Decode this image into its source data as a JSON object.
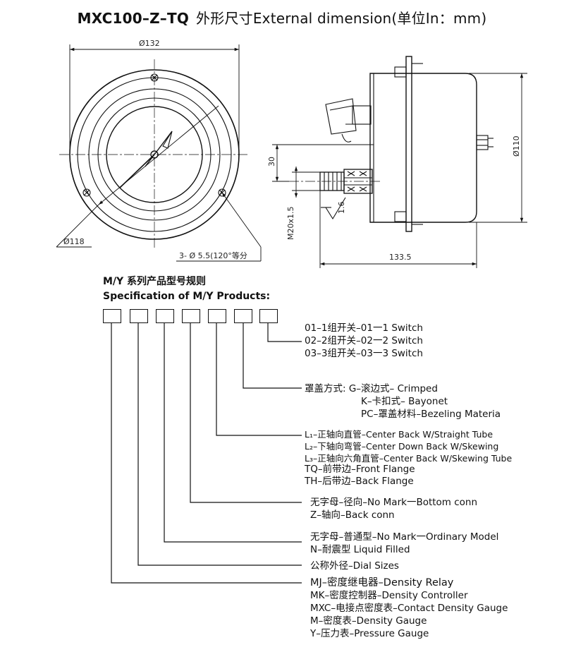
{
  "title": {
    "model": "MXC100–Z–TQ",
    "caption": "外形尺寸External dimension(单位In：mm)"
  },
  "dimensions": {
    "outer_diameter": "Ø132",
    "pcd_diameter": "Ø118",
    "holes": "3- Ø 5.5(120°等分",
    "height": "30",
    "body_diameter": "Ø110",
    "depth": "133.5",
    "thread": "M20x1.5",
    "roughness": "1.6"
  },
  "spec": {
    "heading_cn": "M/Y 系列产品型号规则",
    "heading_en": "Specification of M/Y Products:",
    "groups": [
      {
        "lines": [
          "01–1组开关–01一1 Switch",
          "02–2组开关–02一2 Switch",
          "03–3组开关–03一3 Switch"
        ]
      },
      {
        "lines": [
          "罩盖方式: G–滚边式– Crimped",
          "K–卡扣式– Bayonet",
          "PC–罩盖材料–Bezeling Materia"
        ]
      },
      {
        "lines": [
          "L₁–正轴向直管–Center Back W/Straight Tube",
          "L₂–下轴向弯管–Center Down Back W/Skewing",
          "L₃–正轴向六角直管–Center Back W/Skewing Tube",
          "TQ–前带边–Front Flange",
          "TH–后带边–Back Flange"
        ]
      },
      {
        "lines": [
          "无字母–径向–No Mark一Bottom conn",
          "Z–轴向–Back conn"
        ]
      },
      {
        "lines": [
          "无字母–普通型–No Mark一Ordinary Model",
          "N–耐震型   Liquid Filled"
        ]
      },
      {
        "lines": [
          "公称外径–Dial Sizes"
        ]
      },
      {
        "lines": [
          "MJ–密度继电器–Density Relay",
          "MK–密度控制器–Density Controller",
          "MXC–电接点密度表–Contact Density Gauge",
          "M–密度表–Density Gauge",
          "Y–压力表–Pressure Gauge"
        ]
      }
    ]
  }
}
